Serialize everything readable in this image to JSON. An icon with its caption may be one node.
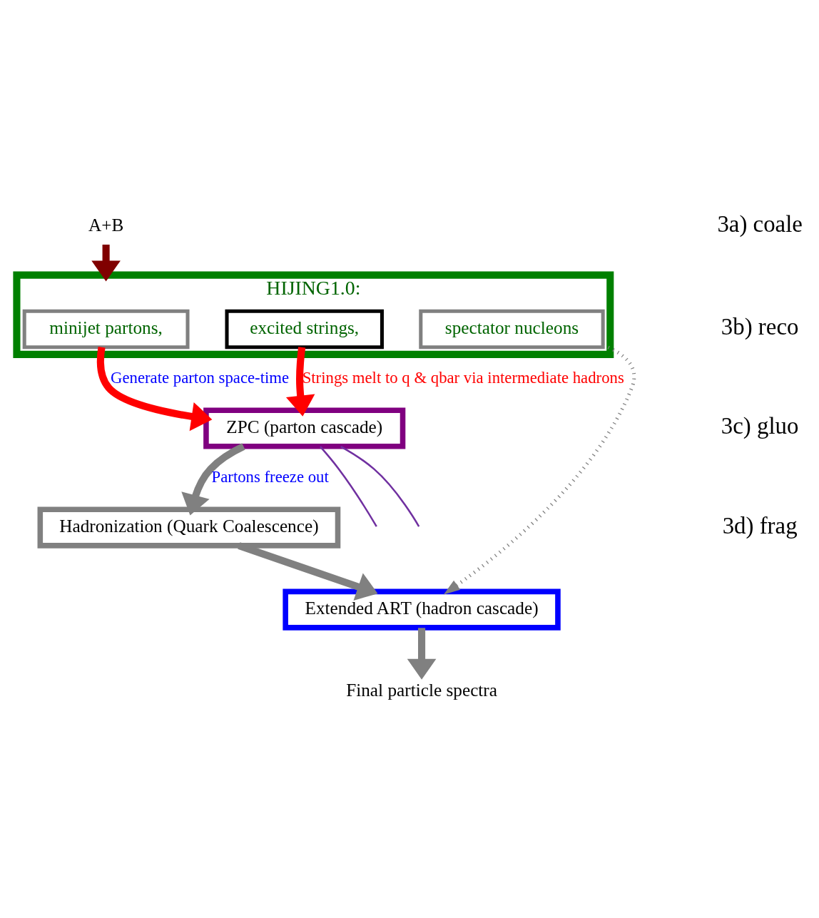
{
  "diagram": {
    "nodes": [
      {
        "text": [
          "A+B"
        ]
      },
      {
        "text": [
          "HIJING1.0:"
        ]
      },
      {
        "text": [
          "minijet partons,"
        ],
        "in": 1
      },
      {
        "text": [
          "excited strings,"
        ],
        "in": 1
      },
      {
        "text": [
          "spectator nucleons"
        ],
        "in": 1
      },
      {
        "text": [
          "ZPC (parton cascade)"
        ]
      },
      {
        "text": [
          "Hadronization (Quark Coalescence)"
        ]
      },
      {
        "text": [
          "Extended ART (hadron cascade)"
        ]
      },
      {
        "text": [
          "Final particle spectra"
        ]
      }
    ],
    "edges": [
      {
        "from": 0,
        "to": 1,
        "arrow": "to",
        "color": "#800000"
      },
      {
        "from": 2,
        "to": 5,
        "arrow": "to",
        "color": "#ff0000",
        "label": "Generate parton space-time"
      },
      {
        "from": 3,
        "to": 5,
        "arrow": "to",
        "color": "#ff0000",
        "label": "Strings melt to q & qbar via intermediate hadrons"
      },
      {
        "from": 4,
        "to": 7,
        "arrow": "to",
        "style": "dashed"
      },
      {
        "from": 5,
        "to": 6,
        "arrow": "to",
        "label": "Partons freeze out"
      },
      {
        "from": 6,
        "to": 7,
        "arrow": "to"
      },
      {
        "from": 7,
        "to": 8,
        "arrow": "to"
      },
      {
        "from": 5,
        "to": null,
        "arrow": "none",
        "color": "#7030a0"
      },
      {
        "from": 5,
        "to": null,
        "arrow": "none",
        "color": "#7030a0"
      }
    ],
    "labels": [
      "3a) coale",
      "3b) reco",
      "3c) gluo",
      "3d) frag"
    ]
  }
}
